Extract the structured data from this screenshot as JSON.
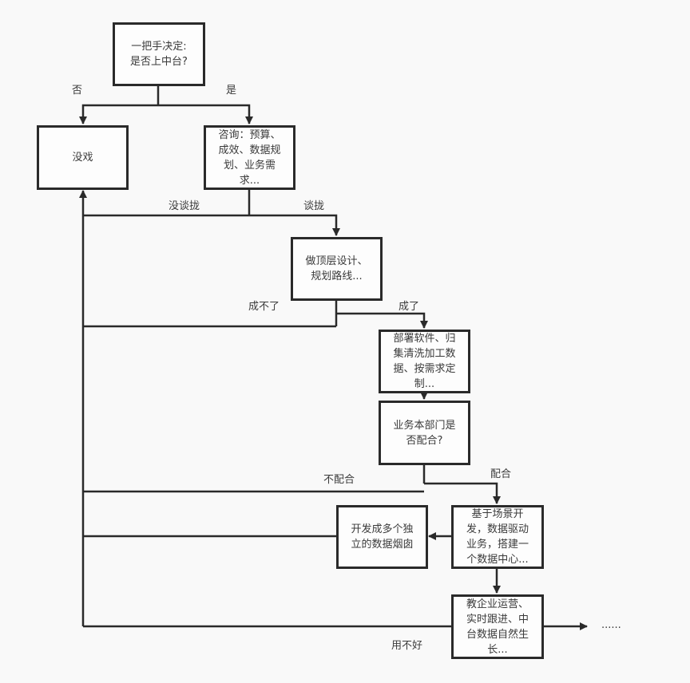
{
  "diagram": {
    "line_color": "#2a2a2a",
    "background": "#f9f9f9",
    "nodes": {
      "decision_top": "一把手决定:\n是否上中台?",
      "no_deal": "没戏",
      "consult": "咨询：预算、\n成效、数据规\n划、业务需\n求...",
      "top_design": "做顶层设计、\n规划路线...",
      "deploy": "部署软件、归\n集清洗加工数\n据、按需求定\n制...",
      "cooperate_q": "业务本部门是\n否配合?",
      "silos": "开发成多个独\n立的数据烟囱",
      "scenario": "基于场景开\n发，数据驱动\n业务，搭建一\n个数据中心...",
      "teach": "教企业运营、\n实时跟进、中\n台数据自然生\n长..."
    },
    "edge_labels": {
      "no": "否",
      "yes": "是",
      "not_agreed": "没谈拢",
      "agreed": "谈拢",
      "failed": "成不了",
      "succeeded": "成了",
      "not_cooperate": "不配合",
      "cooperate": "配合",
      "misuse": "用不好"
    },
    "continuation": "......"
  }
}
